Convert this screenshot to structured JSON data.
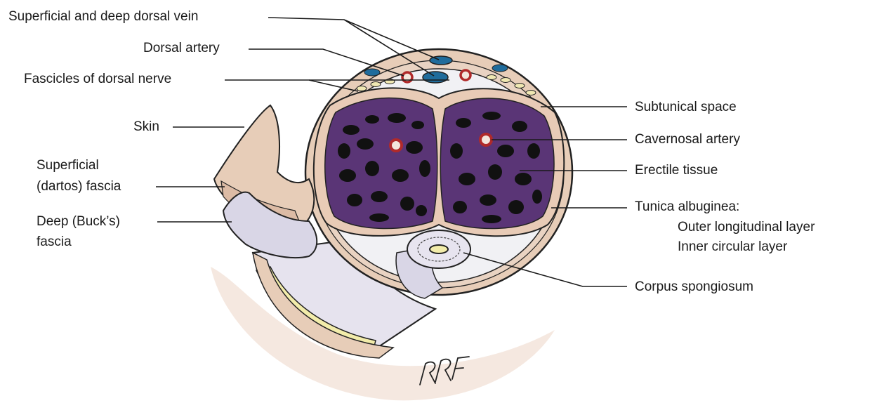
{
  "labels": {
    "superficial_deep_dorsal_vein": "Superficial and deep dorsal vein",
    "dorsal_artery": "Dorsal artery",
    "fascicles_dorsal_nerve": "Fascicles of dorsal nerve",
    "skin": "Skin",
    "superficial_fascia_line1": "Superficial",
    "superficial_fascia_line2": "(dartos) fascia",
    "deep_fascia_line1": "Deep  (Buck’s)",
    "deep_fascia_line2": "fascia",
    "subtunical_space": "Subtunical space",
    "cavernosal_artery": "Cavernosal artery",
    "erectile_tissue": "Erectile tissue",
    "tunica_albuginea": "Tunica albuginea:",
    "outer_layer": "Outer longitudinal layer",
    "inner_layer": "Inner circular layer",
    "corpus_spongiosum": "Corpus spongiosum"
  },
  "signature": "RRF",
  "colors": {
    "skin": "#e7cdb8",
    "fascia": "#f1f1f4",
    "buck_fascia": "#d9d6e6",
    "erectile": "#5a3576",
    "sinusoid": "#111111",
    "artery": "#b02a2a",
    "vein": "#1f6c9c",
    "nerve": "#efe7b2",
    "fat": "#f2ecaa"
  }
}
